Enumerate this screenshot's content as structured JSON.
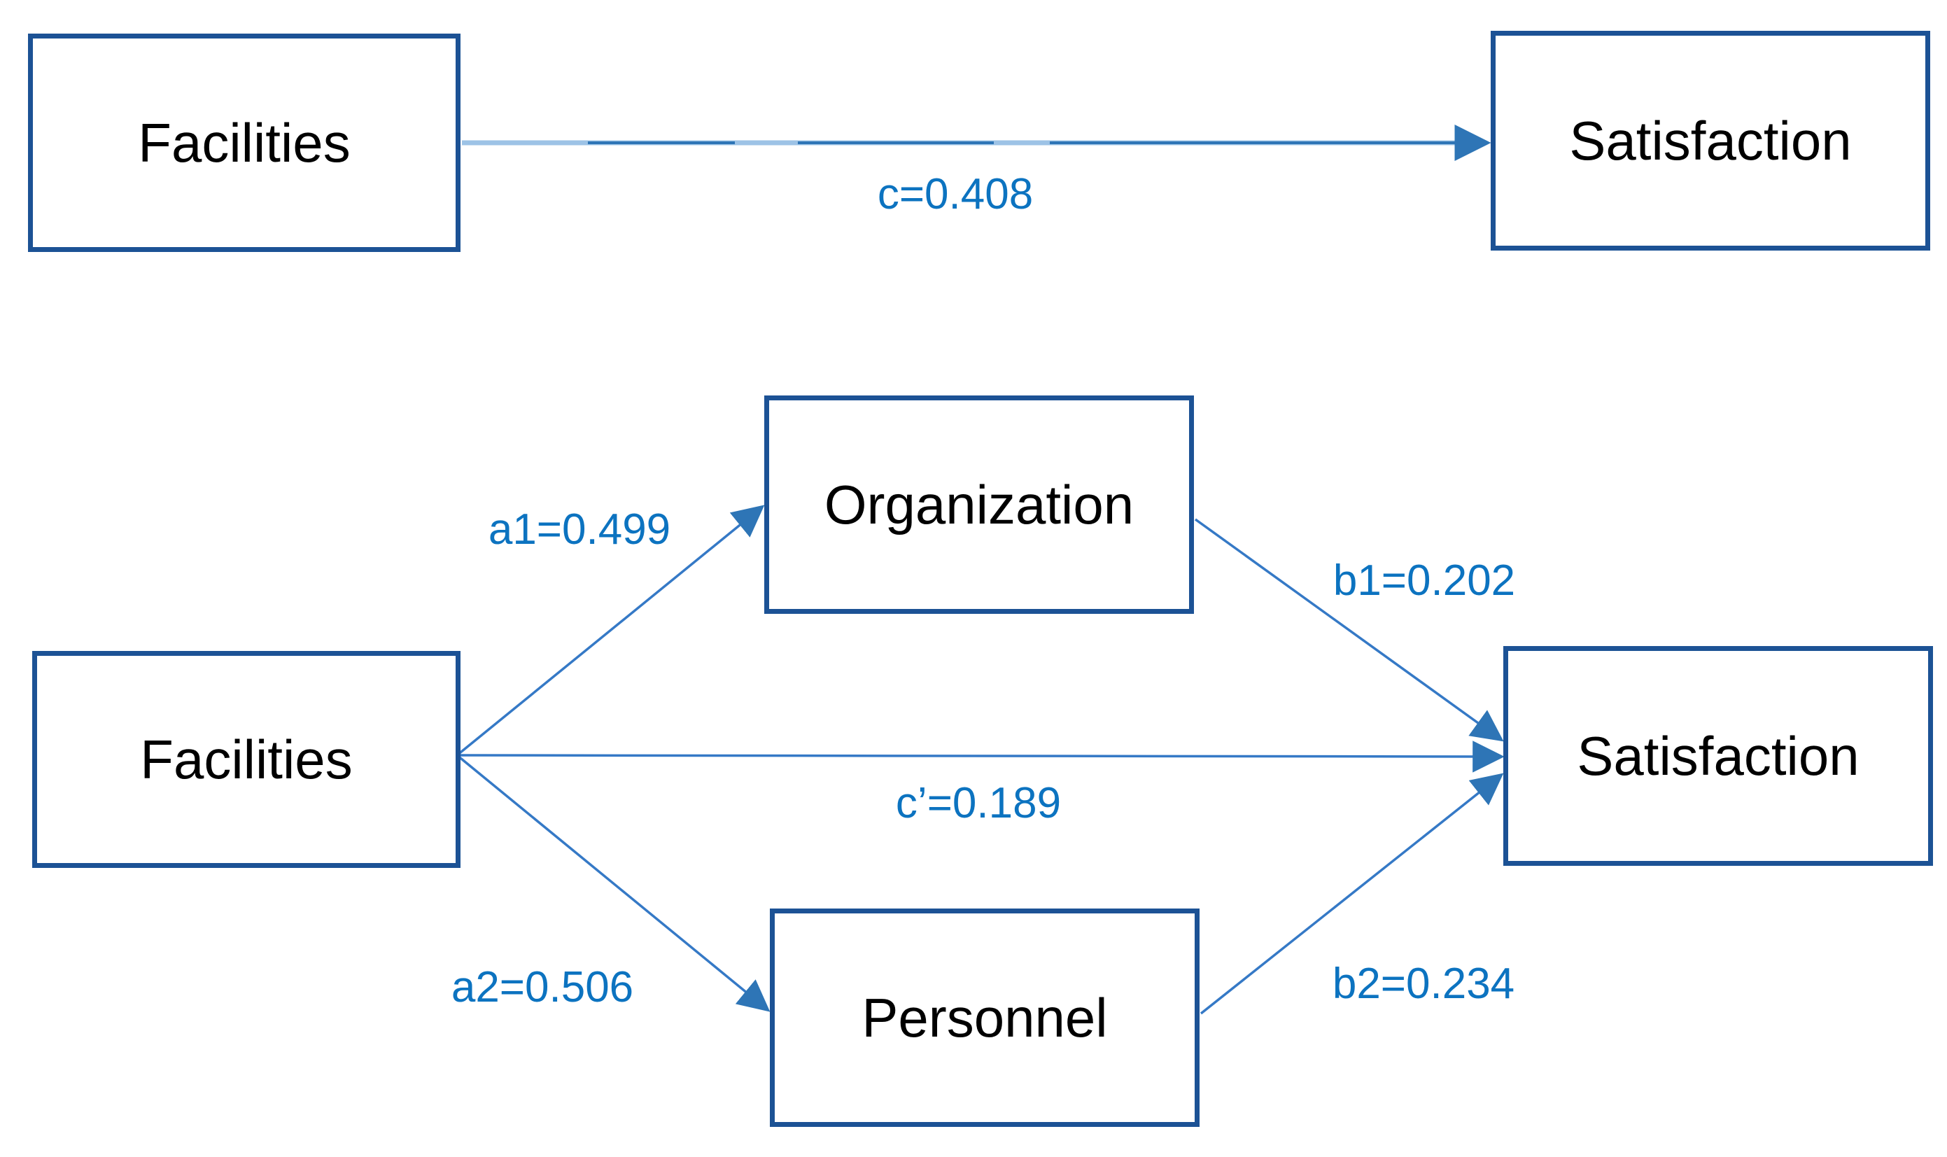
{
  "diagram_type": "mediation-path-model",
  "top_model": {
    "predictor": "Facilities",
    "outcome": "Satisfaction",
    "paths": {
      "c": {
        "label": "c=0.408",
        "value": 0.408,
        "from": "Facilities",
        "to": "Satisfaction"
      }
    }
  },
  "mediation_model": {
    "predictor": "Facilities",
    "mediator_1": "Organization",
    "mediator_2": "Personnel",
    "outcome": "Satisfaction",
    "paths": {
      "a1": {
        "label": "a1=0.499",
        "value": 0.499,
        "from": "Facilities",
        "to": "Organization"
      },
      "a2": {
        "label": "a2=0.506",
        "value": 0.506,
        "from": "Facilities",
        "to": "Personnel"
      },
      "b1": {
        "label": "b1=0.202",
        "value": 0.202,
        "from": "Organization",
        "to": "Satisfaction"
      },
      "b2": {
        "label": "b2=0.234",
        "value": 0.234,
        "from": "Personnel",
        "to": "Satisfaction"
      },
      "c_prime": {
        "label": "c’=0.189",
        "value": 0.189,
        "from": "Facilities",
        "to": "Satisfaction"
      }
    }
  },
  "colors": {
    "box_border": "#1C5295",
    "arrow_line": "#3579C6",
    "arrow_line_light": "#9DC3E6",
    "arrowhead": "#2E75B6",
    "path_label_text": "#0C73C0",
    "box_text": "#000000",
    "background": "#FFFFFF"
  }
}
